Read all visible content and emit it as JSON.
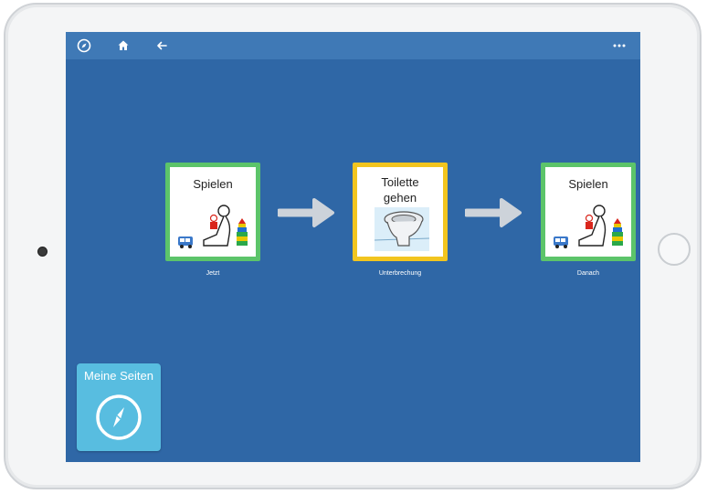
{
  "sequence": [
    {
      "title": "Spielen",
      "label": "Jetzt",
      "border": "#5cc46a",
      "picture": "play-icon"
    },
    {
      "title": "Toilette gehen",
      "label": "Unterbrechung",
      "border": "#f2c51f",
      "picture": "toilet-icon"
    },
    {
      "title": "Spielen",
      "label": "Danach",
      "border": "#5cc46a",
      "picture": "play-icon"
    }
  ],
  "meine_seiten": {
    "label": "Meine Seiten",
    "icon": "compass-icon"
  },
  "toolbar": {
    "icons": [
      "compass-icon",
      "home-icon",
      "back-arrow-icon",
      "more-icon"
    ]
  },
  "colors": {
    "screen": "#2f67a6",
    "topbar": "#3f79b6",
    "tile": "#58bde0"
  }
}
